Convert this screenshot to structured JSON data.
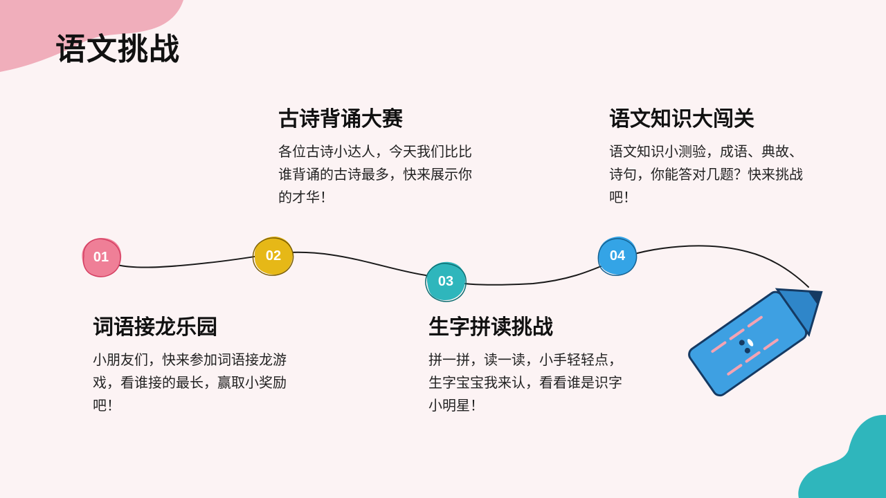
{
  "page_title": "语文挑战",
  "colors": {
    "background": "#fcf3f4",
    "pink_accent": "#f0aebb",
    "teal_accent": "#2fb6bc",
    "step1": "#ef7f97",
    "step2": "#e6b817",
    "step3": "#2fb6bc",
    "step4": "#34a4e6",
    "pencil": "#3ea0e2"
  },
  "steps": [
    {
      "number": "01",
      "title": "词语接龙乐园",
      "description": "小朋友们，快来参加词语接龙游戏，看谁接的最长，赢取小奖励吧！"
    },
    {
      "number": "02",
      "title": "古诗背诵大赛",
      "description": "各位古诗小达人，今天我们比比谁背诵的古诗最多，快来展示你的才华！"
    },
    {
      "number": "03",
      "title": "生字拼读挑战",
      "description": "拼一拼，读一读，小手轻轻点，生字宝宝我来认，看看谁是识字小明星！"
    },
    {
      "number": "04",
      "title": "语文知识大闯关",
      "description": "语文知识小测验，成语、典故、诗句，你能答对几题？快来挑战吧！"
    }
  ]
}
